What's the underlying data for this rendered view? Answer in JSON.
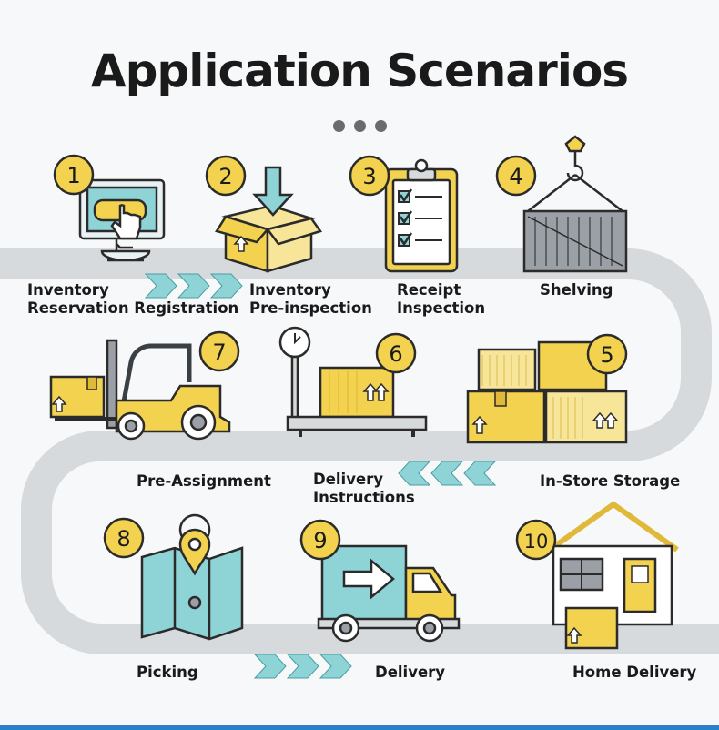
{
  "title": "Application Scenarios",
  "steps": [
    {
      "num": "1",
      "line1": "Inventory",
      "line2": "Reservation Registration",
      "icon": "computer-touch-icon"
    },
    {
      "num": "2",
      "line1": "Inventory",
      "line2": "Pre-inspection",
      "icon": "box-arrow-down-icon"
    },
    {
      "num": "3",
      "line1": "Receipt",
      "line2": "Inspection",
      "icon": "clipboard-checklist-icon"
    },
    {
      "num": "4",
      "line1": "Shelving",
      "line2": "",
      "icon": "crane-container-icon"
    },
    {
      "num": "5",
      "line1": "In-Store Storage",
      "line2": "",
      "icon": "stacked-boxes-icon"
    },
    {
      "num": "6",
      "line1": "Delivery",
      "line2": "Instructions",
      "icon": "weighing-scale-icon"
    },
    {
      "num": "7",
      "line1": "Pre-Assignment",
      "line2": "",
      "icon": "forklift-icon"
    },
    {
      "num": "8",
      "line1": "Picking",
      "line2": "",
      "icon": "map-pin-icon"
    },
    {
      "num": "9",
      "line1": "Delivery",
      "line2": "",
      "icon": "delivery-truck-icon"
    },
    {
      "num": "10",
      "line1": "Home Delivery",
      "line2": "",
      "icon": "house-icon"
    }
  ],
  "colors": {
    "accent": "#f2d24e",
    "path": "#d7dadc",
    "arrows": "#8ed3d6",
    "outline": "#2b2b2b",
    "bottom_bar": "#2c7fc9"
  }
}
